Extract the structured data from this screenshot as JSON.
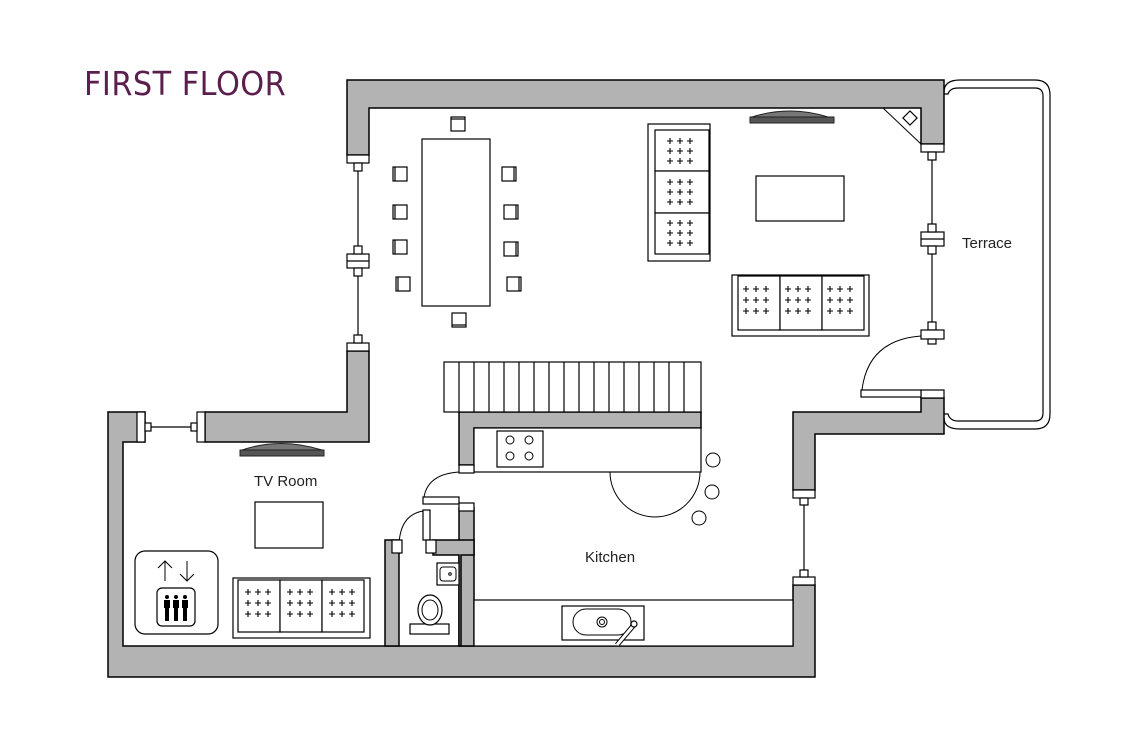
{
  "title": "FIRST FLOOR",
  "colors": {
    "title": "#5a1f4d",
    "wall_fill": "#b3b3b3",
    "wall_stroke": "#000000",
    "background": "#ffffff"
  },
  "rooms": {
    "tv_room": {
      "label": "TV Room"
    },
    "kitchen": {
      "label": "Kitchen"
    },
    "terrace": {
      "label": "Terrace"
    }
  },
  "furniture": {
    "dining_table": {
      "seats": 10
    },
    "sofas": [
      {
        "room": "living",
        "orientation": "vertical",
        "cushions": 3
      },
      {
        "room": "living",
        "orientation": "horizontal",
        "cushions": 3
      },
      {
        "room": "tv_room",
        "orientation": "horizontal",
        "cushions": 3
      }
    ],
    "coffee_tables": 2,
    "tvs": 2,
    "bar_stools": 3,
    "stair_steps": 17,
    "cooktop_burners": 4
  },
  "icons": {
    "elevator": "elevator-icon",
    "tv": "tv-icon",
    "sofa": "sofa-icon",
    "chair": "chair-icon",
    "toilet": "toilet-icon",
    "sink": "sink-icon",
    "cooktop": "cooktop-icon",
    "stairs": "stairs-icon",
    "fireplace": "fireplace-icon"
  }
}
